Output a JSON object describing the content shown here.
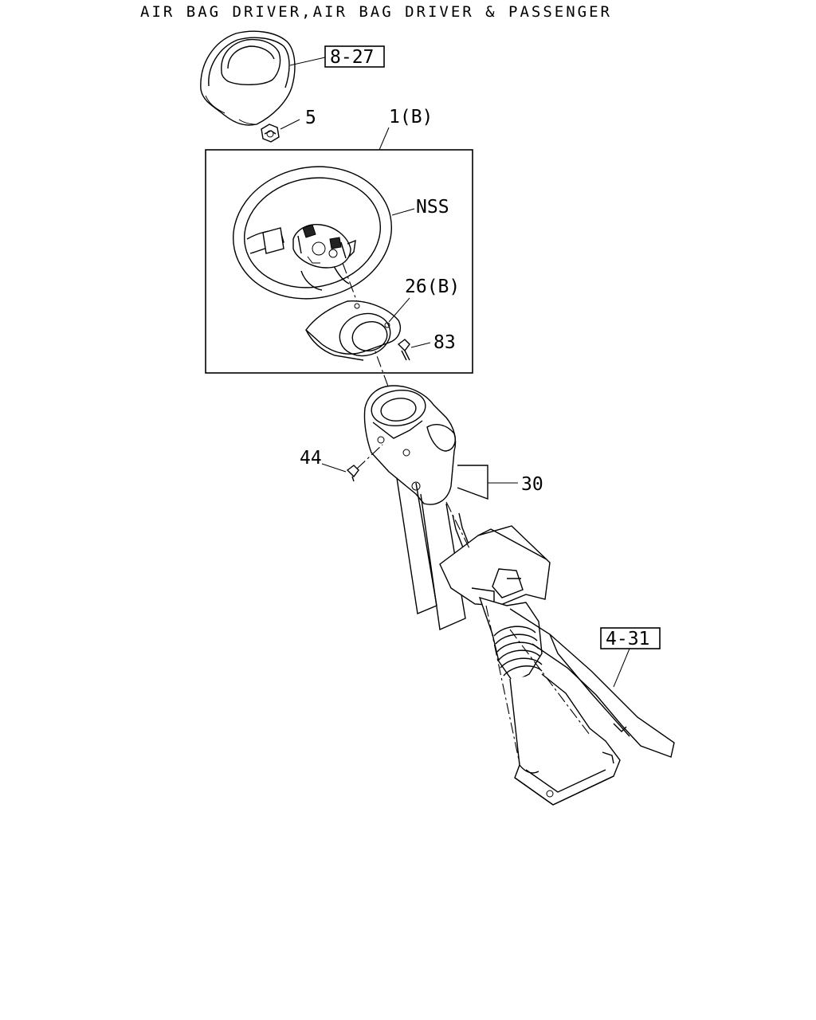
{
  "title": "AIR BAG DRIVER,AIR BAG DRIVER & PASSENGER",
  "callouts": {
    "ref_8_27": "8-27",
    "part_5": "5",
    "part_1b": "1(B)",
    "nss": "NSS",
    "part_26b": "26(B)",
    "part_83": "83",
    "part_44": "44",
    "part_30": "30",
    "ref_4_31": "4-31"
  }
}
